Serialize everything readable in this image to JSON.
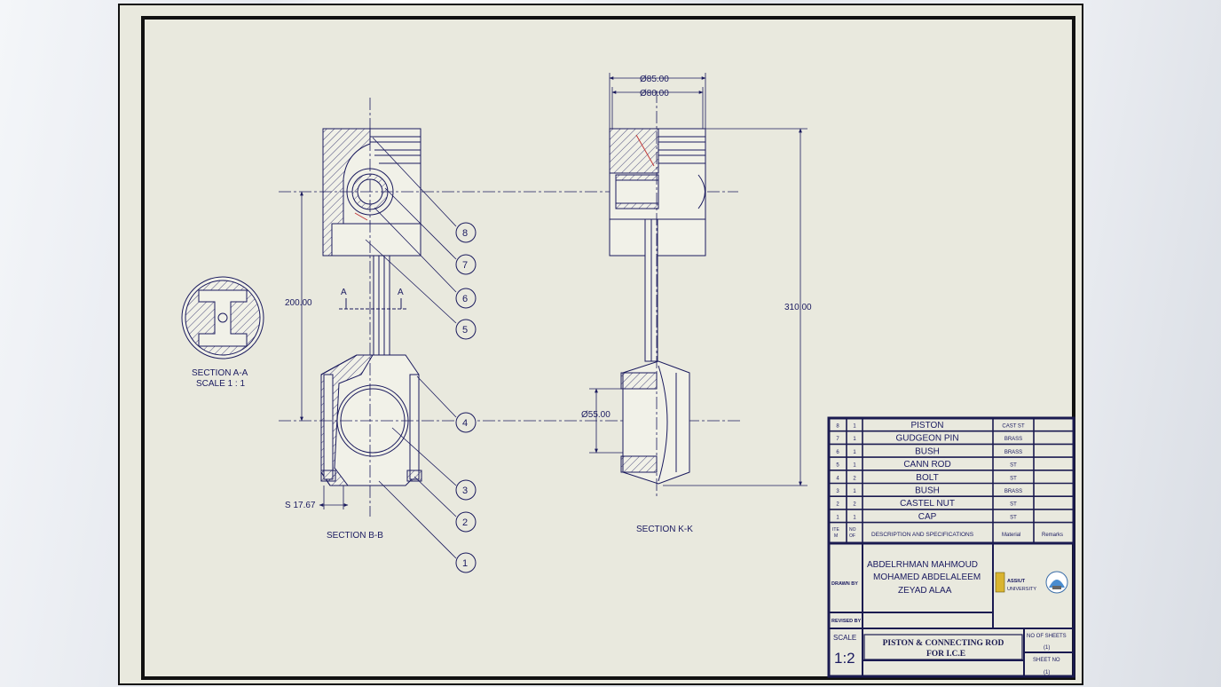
{
  "dimensions": {
    "d85": "Ø85.00",
    "d80": "Ø80.00",
    "len200": "200.00",
    "len310": "310.00",
    "d55": "Ø55.00",
    "s1767": "S 17.67"
  },
  "section_labels": {
    "a_marker": "A",
    "section_aa": "SECTION A-A",
    "scale_aa": "SCALE 1 : 1",
    "section_bb": "SECTION B-B",
    "section_kk": "SECTION K-K"
  },
  "balloons": [
    "8",
    "7",
    "6",
    "5",
    "4",
    "3",
    "2",
    "1"
  ],
  "bom": {
    "rows": [
      {
        "item": "8",
        "qty": "1",
        "desc": "PISTON",
        "material": "CAST ST",
        "remarks": ""
      },
      {
        "item": "7",
        "qty": "1",
        "desc": "GUDGEON PIN",
        "material": "BRASS",
        "remarks": ""
      },
      {
        "item": "6",
        "qty": "1",
        "desc": "BUSH",
        "material": "BRASS",
        "remarks": ""
      },
      {
        "item": "5",
        "qty": "1",
        "desc": "CANN ROD",
        "material": "ST",
        "remarks": ""
      },
      {
        "item": "4",
        "qty": "2",
        "desc": "BOLT",
        "material": "ST",
        "remarks": ""
      },
      {
        "item": "3",
        "qty": "1",
        "desc": "BUSH",
        "material": "BRASS",
        "remarks": ""
      },
      {
        "item": "2",
        "qty": "2",
        "desc": "CASTEL NUT",
        "material": "ST",
        "remarks": ""
      },
      {
        "item": "1",
        "qty": "1",
        "desc": "CAP",
        "material": "ST",
        "remarks": ""
      }
    ],
    "header": {
      "item_no_1": "ITE",
      "item_no_2": "M",
      "qty_1": "NO",
      "qty_2": "OF",
      "desc": "DESCRIPTION AND SPECIFICATIONS",
      "material": "Material",
      "remarks": "Remarks"
    }
  },
  "title_block": {
    "drawn_by_label": "DRAWN BY",
    "drawn_by": [
      "ABDELRHMAN MAHMOUD",
      "MOHAMED ABDELALEEM",
      "ZEYAD ALAA"
    ],
    "logo_text_1": "ASSIUT",
    "logo_text_2": "UNIVERSITY",
    "revised_by_label": "REVISED BY",
    "scale_label": "SCALE",
    "scale_value": "1:2",
    "title_1": "PISTON & CONNECTING ROD",
    "title_2": "FOR I.C.E",
    "no_of_sheets_label": "NO OF SHEETS",
    "no_of_sheets": "(1)",
    "sheet_no_label": "SHEET NO",
    "sheet_no": "(1)"
  },
  "colors": {
    "sheet": "#e9e9de",
    "line": "#1b1b5e",
    "hatch": "#c23a3a",
    "border": "#111111",
    "table_border": "#1a1a50"
  }
}
